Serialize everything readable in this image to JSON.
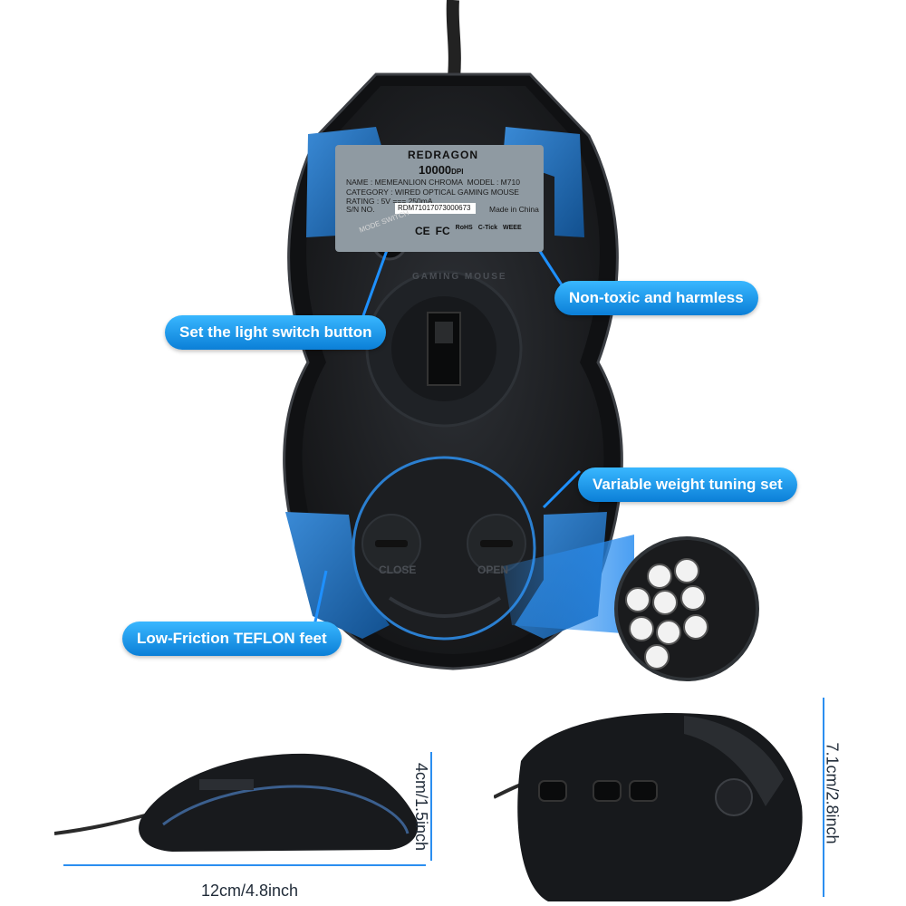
{
  "brand": {
    "logo_text": "REDRAGON",
    "dpi_value": "10000",
    "dpi_unit": "DPI"
  },
  "product_label": {
    "name_line": "NAME : MEMEANLION CHROMA",
    "model_line": "MODEL : M710",
    "category_line": "CATEGORY : WIRED OPTICAL GAMING MOUSE",
    "rating_line": "RATING : 5V === 250mA",
    "sn_label": "S/N NO.",
    "sn_value": "RDM71017073000673",
    "origin": "Made in China",
    "cert_marks": [
      "CE",
      "FC",
      "RoHS",
      "C-Tick",
      "WEEE"
    ]
  },
  "mode_switch_label": "MODE SWITCH",
  "ring_text": "GAMING MOUSE",
  "weight_labels": {
    "close": "CLOSE",
    "open": "OPEN"
  },
  "callouts": {
    "non_toxic": "Non-toxic and harmless",
    "light_switch": "Set the light switch button",
    "weight_tuning": "Variable weight tuning set",
    "teflon_feet": "Low-Friction TEFLON feet"
  },
  "dimensions": {
    "length": "12cm/4.8inch",
    "height": "4cm/1.5inch",
    "width": "7.1cm/2.8inch"
  },
  "colors": {
    "accent_blue": "#1e90ff",
    "feet_blue": "#1d6fb8",
    "body_black": "#1b1d20"
  }
}
